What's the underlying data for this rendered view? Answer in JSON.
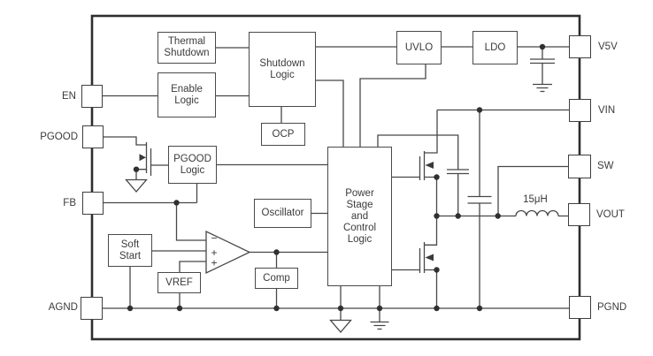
{
  "diagram_kind": "ic-functional-block-diagram",
  "colors": {
    "background": "#ffffff",
    "wire": "#474747",
    "border": "#2e2e2e",
    "text": "#3b3b3b"
  },
  "blocks": {
    "thermal_shutdown": {
      "lines": [
        "Thermal",
        "Shutdown"
      ]
    },
    "enable_logic": {
      "lines": [
        "Enable",
        "Logic"
      ]
    },
    "shutdown_logic": {
      "lines": [
        "Shutdown",
        "Logic"
      ]
    },
    "ocp": {
      "lines": [
        "OCP"
      ]
    },
    "uvlo": {
      "lines": [
        "UVLO"
      ]
    },
    "ldo": {
      "lines": [
        "LDO"
      ]
    },
    "pgood_logic": {
      "lines": [
        "PGOOD",
        "Logic"
      ]
    },
    "oscillator": {
      "lines": [
        "Oscillator"
      ]
    },
    "power_stage": {
      "lines": [
        "Power",
        "Stage",
        "and",
        "Control",
        "Logic"
      ]
    },
    "soft_start": {
      "lines": [
        "Soft",
        "Start"
      ]
    },
    "vref": {
      "lines": [
        "VREF"
      ]
    },
    "comp": {
      "lines": [
        "Comp"
      ]
    }
  },
  "pins": {
    "left": [
      {
        "name": "EN"
      },
      {
        "name": "PGOOD"
      },
      {
        "name": "FB"
      },
      {
        "name": "AGND"
      }
    ],
    "right": [
      {
        "name": "V5V"
      },
      {
        "name": "VIN"
      },
      {
        "name": "SW"
      },
      {
        "name": "VOUT"
      },
      {
        "name": "PGND"
      }
    ]
  },
  "labels": {
    "inductor": "15μH"
  },
  "opamp": {
    "in1": "−",
    "in2": "+",
    "in3": "+"
  }
}
